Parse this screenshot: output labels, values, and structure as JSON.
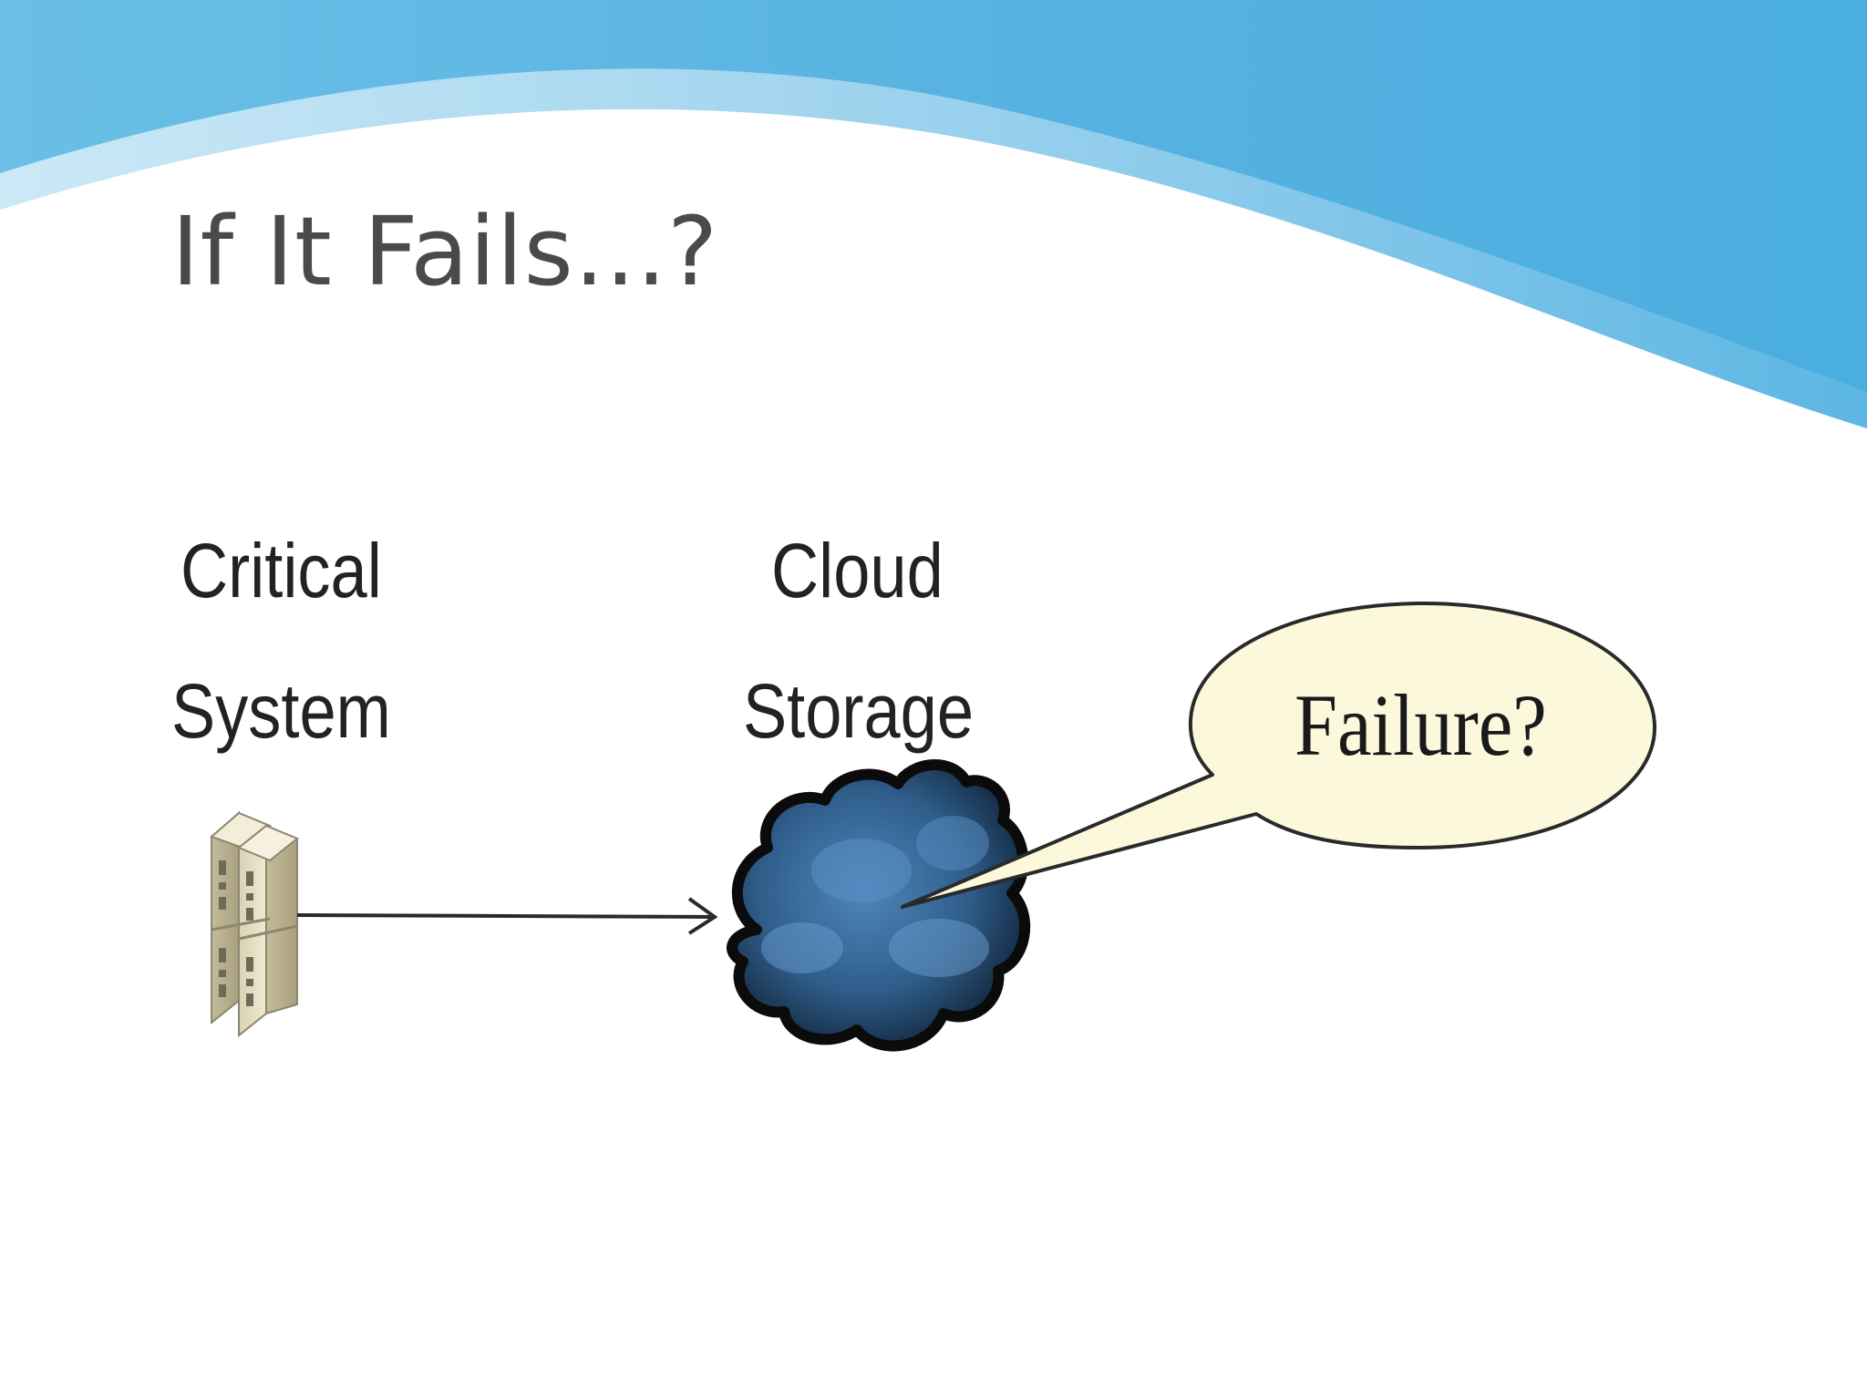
{
  "slide": {
    "title": "If It Fails...?",
    "accent_color": "#4aaee0"
  },
  "diagram": {
    "source": {
      "label_line1": "Critical",
      "label_line2": "System",
      "icon": "server-rack-icon"
    },
    "target": {
      "label_line1": "Cloud",
      "label_line2": "Storage",
      "icon": "cloud-icon",
      "fill_color": "#3f6f9e"
    },
    "callout": {
      "text": "Failure?",
      "fill_color": "#fbf8dc"
    },
    "connector": "arrow"
  }
}
